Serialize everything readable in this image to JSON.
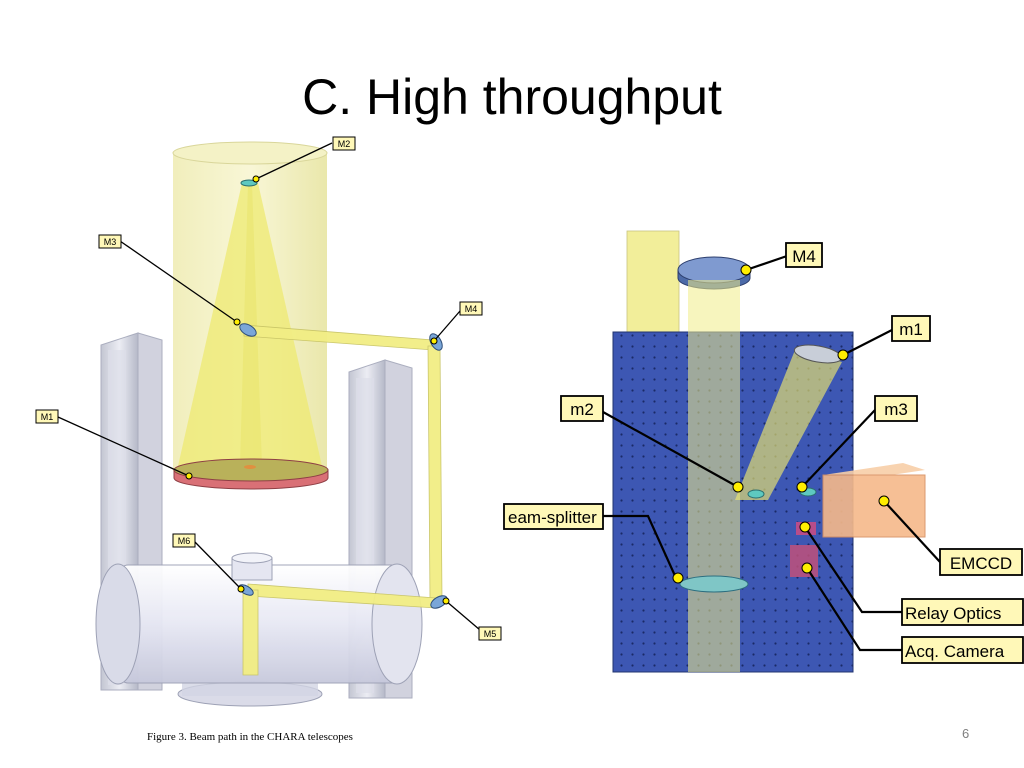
{
  "slide": {
    "title": "C. High throughput",
    "caption": "Figure 3. Beam path in the CHARA telescopes",
    "page_number": "6"
  },
  "telescope_labels": {
    "m2": "M2",
    "m3": "M3",
    "m4": "M4",
    "m1": "M1",
    "m6": "M6",
    "m5": "M5"
  },
  "bench_labels": {
    "big_m4": "M4",
    "m1": "m1",
    "m2": "m2",
    "m3": "m3",
    "beam_splitter": "eam-splitter",
    "emccd": "EMCCD",
    "relay_optics": "Relay Optics",
    "acq_camera": "Acq. Camera"
  },
  "colors": {
    "beam": "#f3f08a",
    "tube": "#f6f3b0",
    "primary_mirror": "#d97076",
    "bench": "#3d57b3",
    "label_fill": "#fff8b8",
    "emccd_box": "#f6b98a",
    "pointer_dot": "#ffee00"
  }
}
